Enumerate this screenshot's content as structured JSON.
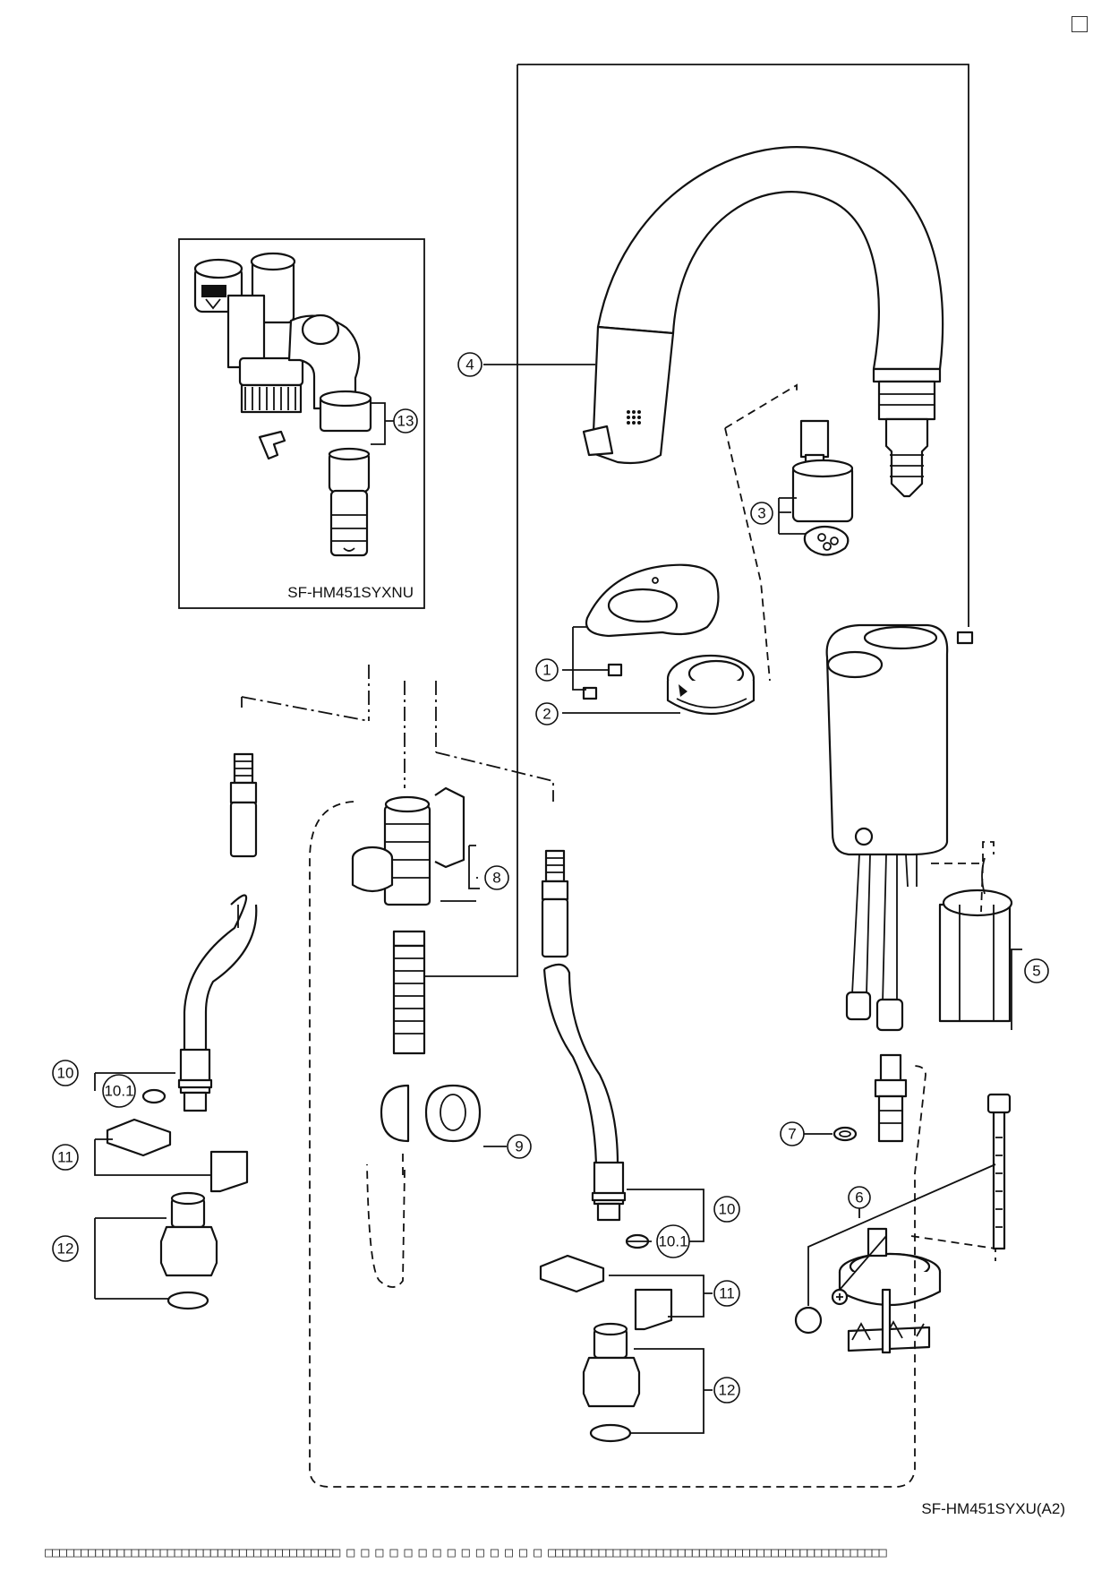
{
  "inset": {
    "model_label": "SF-HM451SYXNU"
  },
  "model_label": "SF-HM451SYXU(A2)",
  "footer_text": "□□□□□□□□□□□□□□□□□□□□□□□□□□□□□□□□□□□□□□□□□ □ □ □ □ □ □ □ □ □ □ □ □ □ □ □□□□□□□□□□□□□□□□□□□□□□□□□□□□□□□□□□□□□□□□□□□□□□□",
  "callouts": {
    "c1": "1",
    "c2": "2",
    "c3": "3",
    "c4": "4",
    "c5": "5",
    "c6": "6",
    "c7": "7",
    "c8": "8",
    "c9": "9",
    "c10a": "10",
    "c10b": "10",
    "c101a": "10.1",
    "c101b": "10.1",
    "c11a": "11",
    "c11b": "11",
    "c12a": "12",
    "c12b": "12",
    "c13": "13"
  }
}
